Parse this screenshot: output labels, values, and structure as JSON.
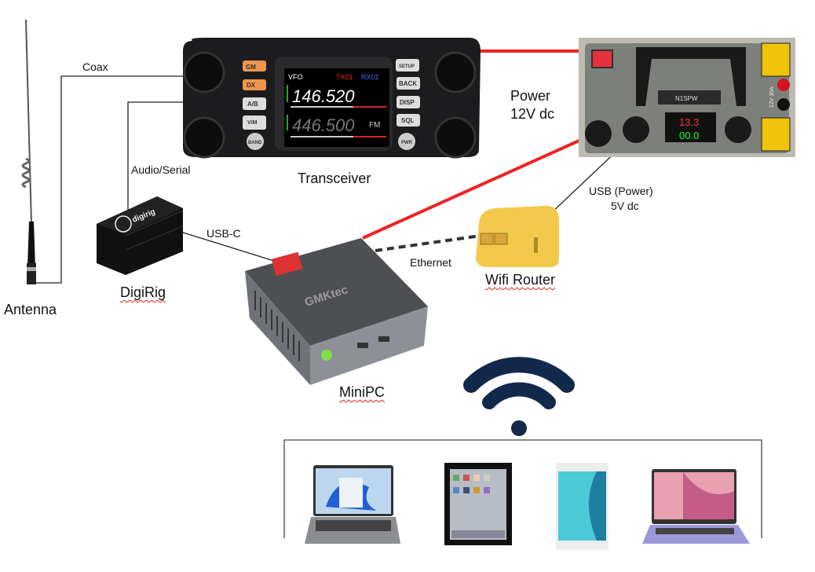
{
  "labels": {
    "coax": "Coax",
    "audio_serial": "Audio/Serial",
    "transceiver": "Transceiver",
    "power_line1": "Power",
    "power_line2": "12V dc",
    "usb_power_line1": "USB (Power)",
    "usb_power_line2": "5V dc",
    "usb_c": "USB-C",
    "ethernet": "Ethernet",
    "wifi_router": "Wifi Router",
    "digirig": "DigiRig",
    "antenna": "Antenna",
    "minipc": "MiniPC"
  },
  "transceiver_display": {
    "mode_a": "VFO",
    "tx": "TX01",
    "rx": "RX01",
    "freq_a": "146.520",
    "freq_b": "446.500",
    "mode_b": "FM",
    "buttons_left": [
      "GM",
      "DX",
      "A/B",
      "V/M",
      "BAND"
    ],
    "buttons_right": [
      "SETUP",
      "BACK",
      "DISP",
      "SQL",
      "PWR"
    ]
  },
  "power_box": {
    "callsign": "N1SPW",
    "voltage": "13.3",
    "current": "00.0",
    "rating": "12V 30A"
  },
  "minipc_brand": "GMKtec",
  "digirig_brand": "digirig",
  "colors": {
    "power_line": "#ee2222",
    "wifi_icon": "#13294b",
    "router": "#f2c94c"
  },
  "clients": [
    "windows-laptop",
    "ipad",
    "android-tablet",
    "chromebook"
  ]
}
